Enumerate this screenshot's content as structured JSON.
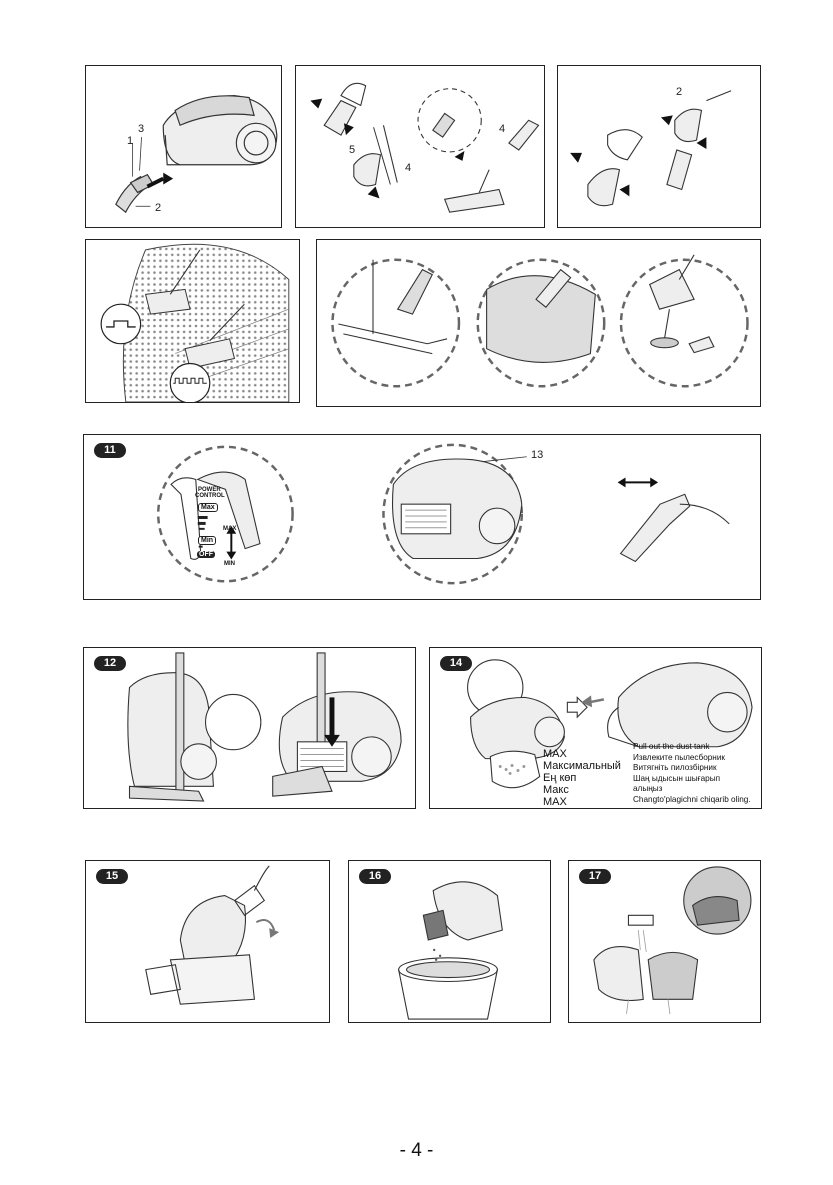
{
  "page_number": "- 4 -",
  "panel1": {
    "callouts": [
      "1",
      "3",
      "2"
    ]
  },
  "panel2": {
    "callouts": [
      "5",
      "4",
      "4"
    ]
  },
  "panel3": {
    "callouts": [
      "2"
    ]
  },
  "panel11": {
    "badge": "11",
    "callout": "13",
    "power_control": {
      "title_line1": "POWER",
      "title_line2": "CONTROL",
      "max": "Max",
      "min": "Min",
      "off": "OFF",
      "arrow_max": "MAX",
      "arrow_min": "MIN"
    }
  },
  "panel12": {
    "badge": "12"
  },
  "panel14": {
    "badge": "14",
    "max_labels": [
      "MAX",
      "Максимальный",
      "Ең көп",
      "Макс",
      "MAX"
    ],
    "instructions": [
      "Pull out the dust tank",
      "Извлеките пылесборник",
      "Витягніть пилозбірник",
      "Шаң ыдысын шығарып",
      "алыңыз",
      "Changto'plagichni chiqarib oling."
    ]
  },
  "panel15": {
    "badge": "15"
  },
  "panel16": {
    "badge": "16"
  },
  "panel17": {
    "badge": "17"
  }
}
